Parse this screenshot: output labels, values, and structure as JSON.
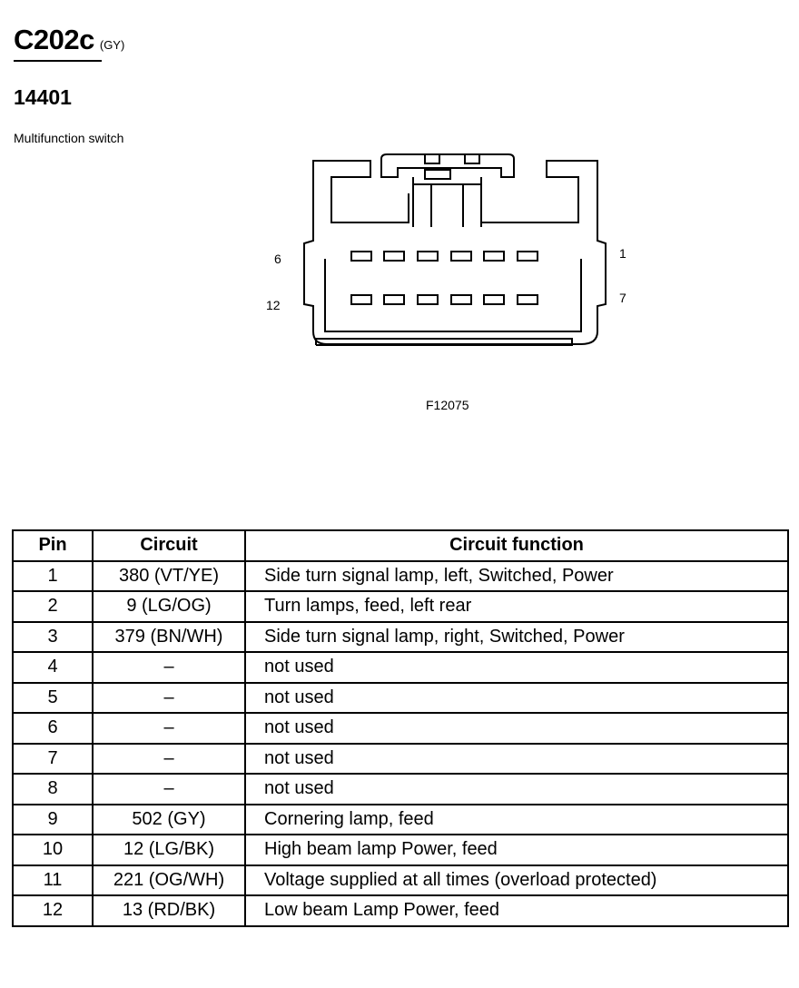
{
  "header": {
    "connector": "C202c",
    "color_code": "(GY)",
    "part_number": "14401",
    "description": "Multifunction switch"
  },
  "diagram": {
    "pin_labels": {
      "top_left": "6",
      "bottom_left": "12",
      "top_right": "1",
      "bottom_right": "7"
    },
    "figure_id": "F12075"
  },
  "table": {
    "headers": {
      "pin": "Pin",
      "circuit": "Circuit",
      "function": "Circuit function"
    },
    "rows": [
      {
        "pin": "1",
        "circuit": "380 (VT/YE)",
        "function": "Side turn signal lamp, left, Switched, Power"
      },
      {
        "pin": "2",
        "circuit": "9 (LG/OG)",
        "function": "Turn lamps, feed, left rear"
      },
      {
        "pin": "3",
        "circuit": "379 (BN/WH)",
        "function": "Side turn signal lamp, right, Switched, Power"
      },
      {
        "pin": "4",
        "circuit": "–",
        "function": "not used"
      },
      {
        "pin": "5",
        "circuit": "–",
        "function": "not used"
      },
      {
        "pin": "6",
        "circuit": "–",
        "function": "not used"
      },
      {
        "pin": "7",
        "circuit": "–",
        "function": "not used"
      },
      {
        "pin": "8",
        "circuit": "–",
        "function": "not used"
      },
      {
        "pin": "9",
        "circuit": "502 (GY)",
        "function": "Cornering lamp, feed"
      },
      {
        "pin": "10",
        "circuit": "12 (LG/BK)",
        "function": "High beam lamp Power, feed"
      },
      {
        "pin": "11",
        "circuit": "221 (OG/WH)",
        "function": "Voltage supplied at all times (overload protected)"
      },
      {
        "pin": "12",
        "circuit": "13 (RD/BK)",
        "function": "Low beam Lamp Power, feed"
      }
    ]
  }
}
